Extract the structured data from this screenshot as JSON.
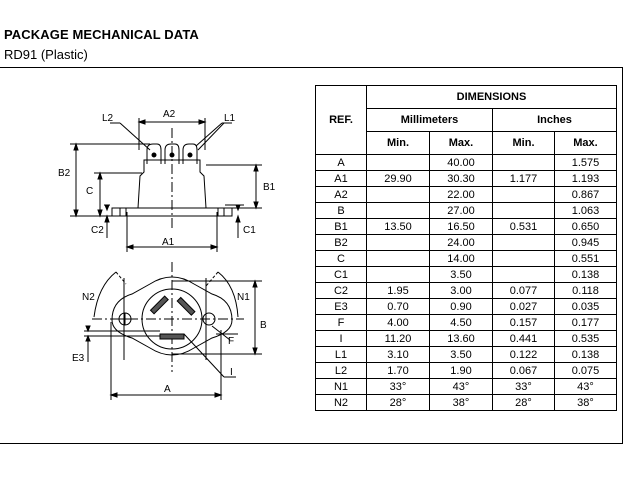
{
  "header": {
    "title": "PACKAGE MECHANICAL DATA",
    "subtitle": "RD91 (Plastic)"
  },
  "drawing": {
    "side_view_labels": [
      "L2",
      "A2",
      "L1",
      "B2",
      "C",
      "B1",
      "C2",
      "C1",
      "A1"
    ],
    "top_view_labels": [
      "N2",
      "N1",
      "B",
      "E3",
      "F",
      "I",
      "A"
    ]
  },
  "table": {
    "ref_header": "REF.",
    "dimensions_header": "DIMENSIONS",
    "units": [
      "Millimeters",
      "Inches"
    ],
    "subheaders": [
      "Min.",
      "Max.",
      "Min.",
      "Max."
    ],
    "rows": [
      {
        "ref": "A",
        "mm_min": "",
        "mm_max": "40.00",
        "in_min": "",
        "in_max": "1.575"
      },
      {
        "ref": "A1",
        "mm_min": "29.90",
        "mm_max": "30.30",
        "in_min": "1.177",
        "in_max": "1.193"
      },
      {
        "ref": "A2",
        "mm_min": "",
        "mm_max": "22.00",
        "in_min": "",
        "in_max": "0.867"
      },
      {
        "ref": "B",
        "mm_min": "",
        "mm_max": "27.00",
        "in_min": "",
        "in_max": "1.063"
      },
      {
        "ref": "B1",
        "mm_min": "13.50",
        "mm_max": "16.50",
        "in_min": "0.531",
        "in_max": "0.650"
      },
      {
        "ref": "B2",
        "mm_min": "",
        "mm_max": "24.00",
        "in_min": "",
        "in_max": "0.945"
      },
      {
        "ref": "C",
        "mm_min": "",
        "mm_max": "14.00",
        "in_min": "",
        "in_max": "0.551"
      },
      {
        "ref": "C1",
        "mm_min": "",
        "mm_max": "3.50",
        "in_min": "",
        "in_max": "0.138"
      },
      {
        "ref": "C2",
        "mm_min": "1.95",
        "mm_max": "3.00",
        "in_min": "0.077",
        "in_max": "0.118"
      },
      {
        "ref": "E3",
        "mm_min": "0.70",
        "mm_max": "0.90",
        "in_min": "0.027",
        "in_max": "0.035"
      },
      {
        "ref": "F",
        "mm_min": "4.00",
        "mm_max": "4.50",
        "in_min": "0.157",
        "in_max": "0.177"
      },
      {
        "ref": "I",
        "mm_min": "11.20",
        "mm_max": "13.60",
        "in_min": "0.441",
        "in_max": "0.535"
      },
      {
        "ref": "L1",
        "mm_min": "3.10",
        "mm_max": "3.50",
        "in_min": "0.122",
        "in_max": "0.138"
      },
      {
        "ref": "L2",
        "mm_min": "1.70",
        "mm_max": "1.90",
        "in_min": "0.067",
        "in_max": "0.075"
      },
      {
        "ref": "N1",
        "mm_min": "33°",
        "mm_max": "43°",
        "in_min": "33°",
        "in_max": "43°"
      },
      {
        "ref": "N2",
        "mm_min": "28°",
        "mm_max": "38°",
        "in_min": "28°",
        "in_max": "38°"
      }
    ]
  }
}
